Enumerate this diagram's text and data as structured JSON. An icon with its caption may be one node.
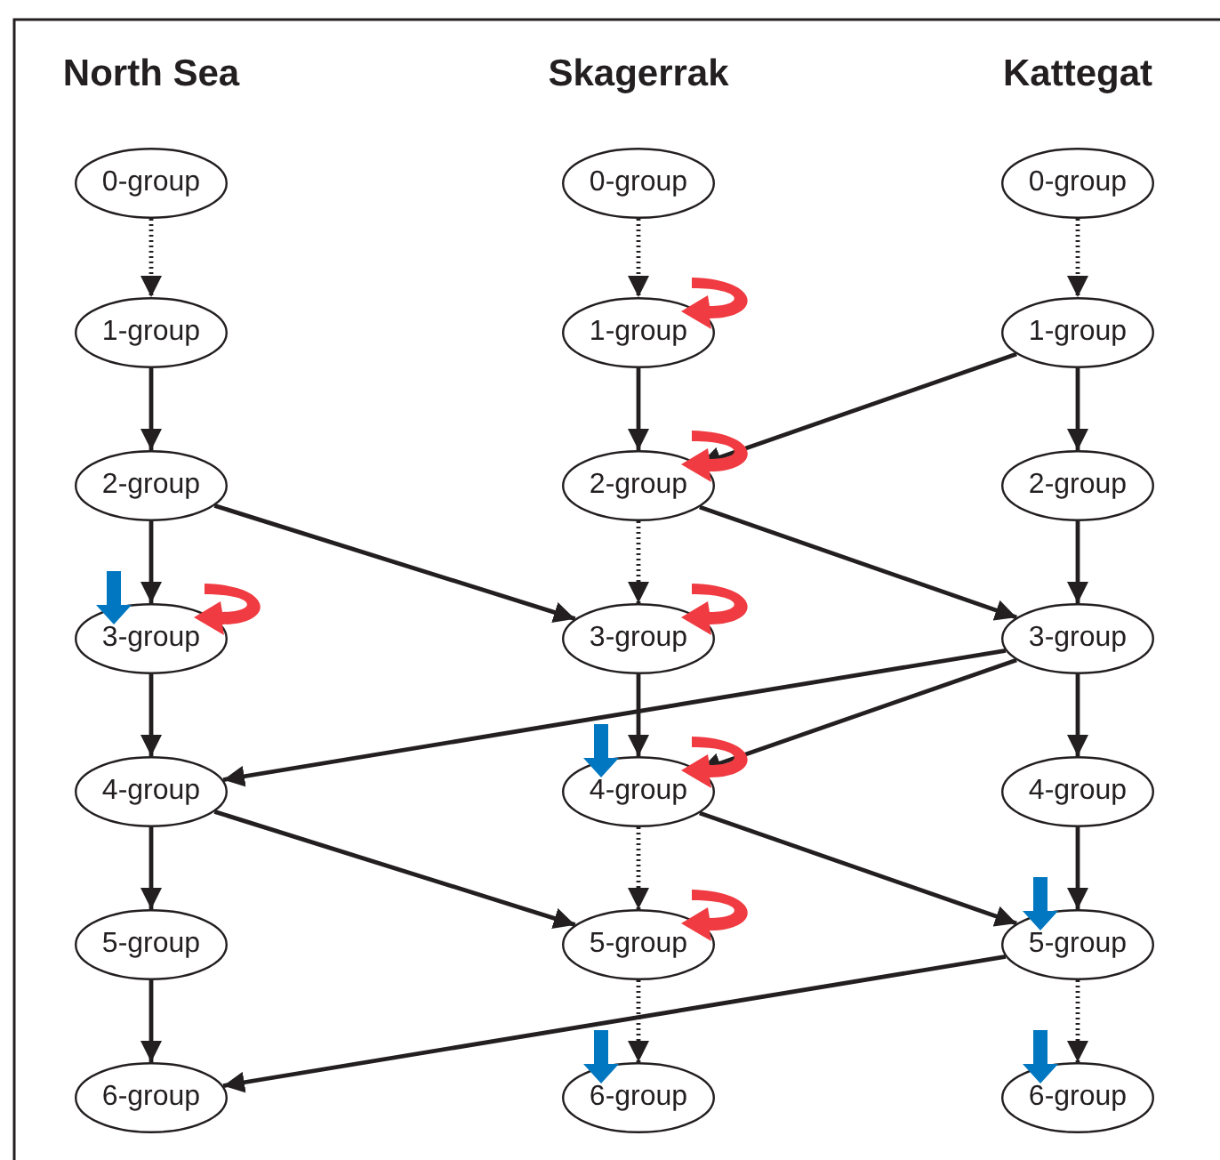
{
  "diagram": {
    "nodes": [
      {
        "text": [
          "0-group"
        ]
      },
      {
        "text": [
          "1-group"
        ]
      },
      {
        "text": [
          "2-group"
        ]
      },
      {
        "text": [
          "3-group"
        ]
      },
      {
        "text": [
          "4-group"
        ]
      },
      {
        "text": [
          "5-group"
        ]
      },
      {
        "text": [
          "6-group"
        ]
      },
      {
        "text": [
          "0-group"
        ]
      },
      {
        "text": [
          "1-group"
        ]
      },
      {
        "text": [
          "2-group"
        ]
      },
      {
        "text": [
          "3-group"
        ]
      },
      {
        "text": [
          "4-group"
        ]
      },
      {
        "text": [
          "5-group"
        ]
      },
      {
        "text": [
          "6-group"
        ]
      },
      {
        "text": [
          "0-group"
        ]
      },
      {
        "text": [
          "1-group"
        ]
      },
      {
        "text": [
          "2-group"
        ]
      },
      {
        "text": [
          "3-group"
        ]
      },
      {
        "text": [
          "4-group"
        ]
      },
      {
        "text": [
          "5-group"
        ]
      },
      {
        "text": [
          "6-group"
        ]
      }
    ],
    "edges": [
      {
        "from": 0,
        "to": 1,
        "arrow": "to",
        "style": "dashed"
      },
      {
        "from": 1,
        "to": 2,
        "arrow": "to"
      },
      {
        "from": 2,
        "to": 3,
        "arrow": "to"
      },
      {
        "from": 3,
        "to": 4,
        "arrow": "to"
      },
      {
        "from": 4,
        "to": 5,
        "arrow": "to"
      },
      {
        "from": 5,
        "to": 6,
        "arrow": "to"
      },
      {
        "from": 7,
        "to": 8,
        "arrow": "to",
        "style": "dashed"
      },
      {
        "from": 8,
        "to": 9,
        "arrow": "to"
      },
      {
        "from": 9,
        "to": 10,
        "arrow": "to",
        "style": "dashed"
      },
      {
        "from": 10,
        "to": 11,
        "arrow": "to"
      },
      {
        "from": 11,
        "to": 12,
        "arrow": "to",
        "style": "dashed"
      },
      {
        "from": 12,
        "to": 13,
        "arrow": "to",
        "style": "dashed"
      },
      {
        "from": 14,
        "to": 15,
        "arrow": "to",
        "style": "dashed"
      },
      {
        "from": 15,
        "to": 16,
        "arrow": "to"
      },
      {
        "from": 16,
        "to": 17,
        "arrow": "to"
      },
      {
        "from": 17,
        "to": 18,
        "arrow": "to"
      },
      {
        "from": 18,
        "to": 19,
        "arrow": "to"
      },
      {
        "from": 19,
        "to": 20,
        "arrow": "to",
        "style": "dashed"
      },
      {
        "from": 2,
        "to": 10,
        "arrow": "to"
      },
      {
        "from": 15,
        "to": 9,
        "arrow": "to"
      },
      {
        "from": 9,
        "to": 17,
        "arrow": "to"
      },
      {
        "from": 17,
        "to": 4,
        "arrow": "to"
      },
      {
        "from": 17,
        "to": 11,
        "arrow": "to"
      },
      {
        "from": 4,
        "to": 12,
        "arrow": "to"
      },
      {
        "from": 11,
        "to": 19,
        "arrow": "to"
      },
      {
        "from": 19,
        "to": 6,
        "arrow": "to"
      }
    ],
    "labels": [
      "North Sea",
      "Skagerrak",
      "Kattegat"
    ]
  }
}
